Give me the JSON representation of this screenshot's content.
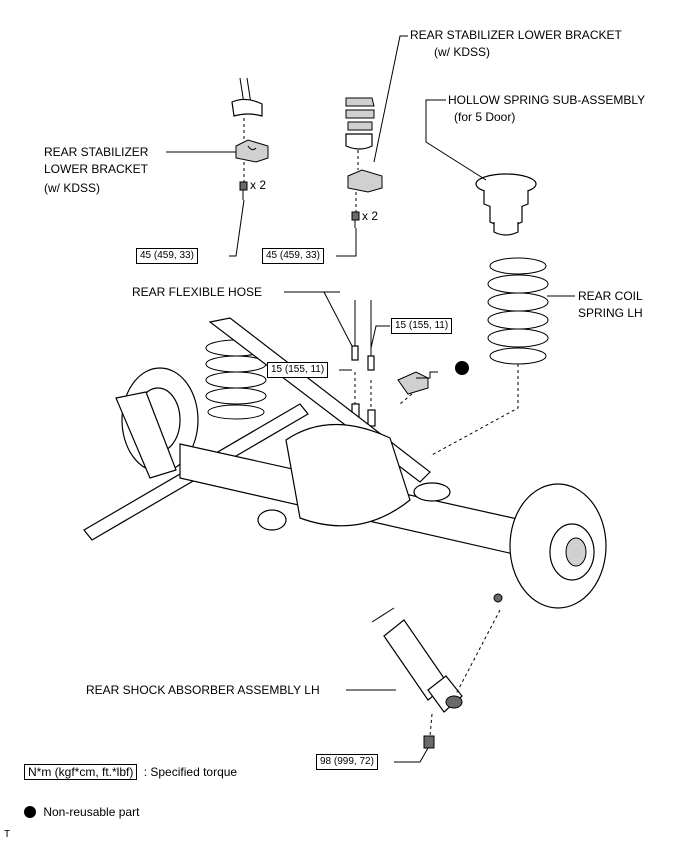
{
  "labels": {
    "rear_stabilizer_lower_bracket_left": [
      "REAR STABILIZER",
      "LOWER BRACKET",
      "(w/ KDSS)"
    ],
    "rear_stabilizer_lower_bracket_right": [
      "REAR STABILIZER LOWER BRACKET",
      "(w/ KDSS)"
    ],
    "hollow_spring": [
      "HOLLOW SPRING SUB-ASSEMBLY",
      "(for 5 Door)"
    ],
    "rear_coil_spring": [
      "REAR COIL",
      "SPRING LH"
    ],
    "rear_flexible_hose": "REAR FLEXIBLE HOSE",
    "rear_shock_absorber": "REAR SHOCK ABSORBER ASSEMBLY LH",
    "qty_left": "x 2",
    "qty_right": "x 2"
  },
  "torques": {
    "bracket_left": "45 (459, 33)",
    "bracket_right": "45 (459, 33)",
    "hose_upper": "15 (155, 11)",
    "hose_lower": "15 (155, 11)",
    "shock_lower": "98 (999, 72)"
  },
  "legend": {
    "torque_unit": "N*m (kgf*cm, ft.*lbf)",
    "torque_desc": ": Specified torque",
    "nonreusable": "Non-reusable part"
  },
  "footer_mark": "T"
}
